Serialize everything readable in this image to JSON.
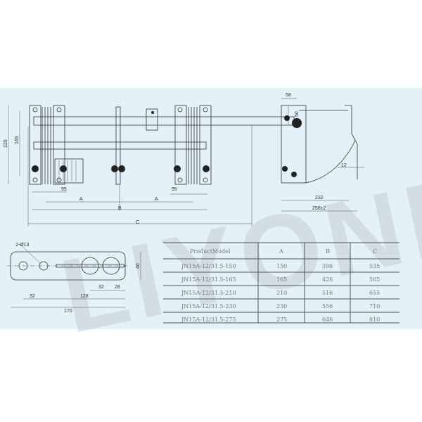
{
  "watermark": "LIYOND",
  "front_view": {
    "dims": {
      "h225": "225",
      "h165": "165",
      "h50": "50",
      "d95_left": "95",
      "d95_right": "95",
      "a_left": "A",
      "a_right": "A",
      "b": "B",
      "c": "C"
    }
  },
  "side_view": {
    "dims": {
      "d58": "58",
      "d12": "12",
      "d232": "232",
      "d258": "258±2"
    }
  },
  "plate_view": {
    "dims": {
      "hole": "2-Ø13",
      "d40": "40",
      "d32_top": "32",
      "d28": "28",
      "d32_bottom": "32",
      "d128": "128",
      "d170": "170"
    }
  },
  "table": {
    "headers": [
      "ProductModel",
      "A",
      "B",
      "C"
    ],
    "rows": [
      [
        "JN15A-12/31.5-150",
        "150",
        "396",
        "535"
      ],
      [
        "JN15A-12/31.5-165",
        "165",
        "426",
        "565"
      ],
      [
        "JN15A-12/31.5-210",
        "210",
        "516",
        "655"
      ],
      [
        "JN15A-12/31.5-230",
        "230",
        "556",
        "710"
      ],
      [
        "JN15A-12/31.5-275",
        "275",
        "646",
        "810"
      ]
    ]
  },
  "colors": {
    "panel": "#e3f1f8",
    "line": "#333333"
  }
}
